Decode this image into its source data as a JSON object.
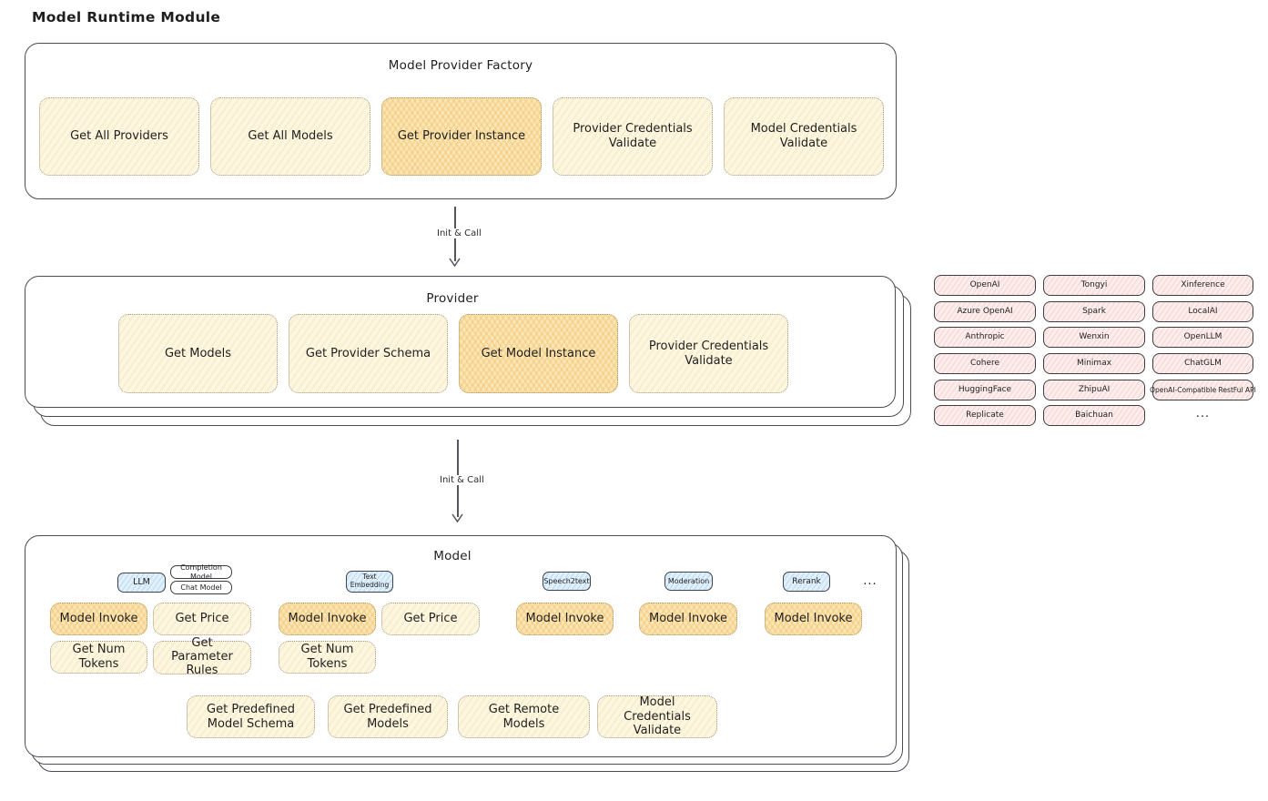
{
  "page": {
    "title": "Model Runtime Module"
  },
  "arrows": {
    "label1": "Init & Call",
    "label2": "Init & Call"
  },
  "factory": {
    "title": "Model Provider Factory",
    "items": [
      "Get All Providers",
      "Get All Models",
      "Get Provider Instance",
      "Provider Credentials Validate",
      "Model Credentials Validate"
    ]
  },
  "provider": {
    "title": "Provider",
    "items": [
      "Get Models",
      "Get Provider Schema",
      "Get Model Instance",
      "Provider Credentials Validate"
    ]
  },
  "providers_panel": {
    "col1": [
      "OpenAI",
      "Azure OpenAI",
      "Anthropic",
      "Cohere",
      "HuggingFace",
      "Replicate"
    ],
    "col2": [
      "Tongyi",
      "Spark",
      "Wenxin",
      "Minimax",
      "ZhipuAI",
      "Baichuan"
    ],
    "col3": [
      "Xinference",
      "LocalAI",
      "OpenLLM",
      "ChatGLM",
      "OpenAI-Compatible RestFul API"
    ],
    "more": "..."
  },
  "model": {
    "title": "Model",
    "tabs": {
      "llm": "LLM",
      "completion": "Completion Model",
      "chat": "Chat Model",
      "text_embedding": "Text Embedding",
      "speech2text": "Speech2text",
      "moderation": "Moderation",
      "rerank": "Rerank",
      "more": "..."
    },
    "buttons": {
      "model_invoke_llm": "Model Invoke",
      "get_price_llm": "Get Price",
      "get_num_tokens_llm": "Get Num Tokens",
      "get_parameter_rules": "Get Parameter Rules",
      "model_invoke_te": "Model Invoke",
      "get_price_te": "Get Price",
      "get_num_tokens_te": "Get Num Tokens",
      "model_invoke_s2t": "Model Invoke",
      "model_invoke_mod": "Model Invoke",
      "model_invoke_rerank": "Model Invoke",
      "get_predefined_model_schema": "Get Predefined Model Schema",
      "get_predefined_models": "Get Predefined Models",
      "get_remote_models": "Get Remote Models",
      "model_credentials_validate": "Model Credentials Validate"
    }
  },
  "colors": {
    "light_yellow_fill": "#fdf6e0",
    "highlight_orange_fill": "#fbe6b6",
    "blue_tab_fill": "#e2f0fb",
    "pink_fill": "#fdeeee",
    "stroke_dark": "#4c4c55"
  }
}
